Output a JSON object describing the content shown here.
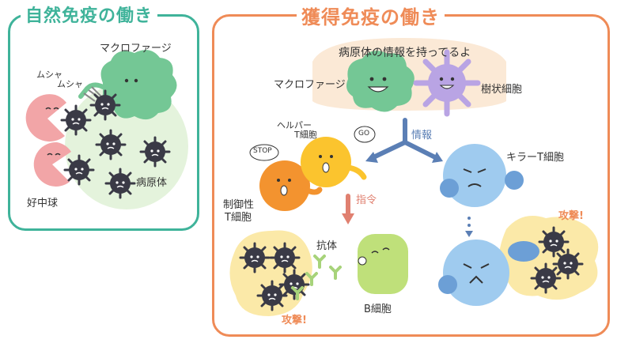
{
  "innate": {
    "title": "自然免疫の働き",
    "macrophage_label": "マクロファージ",
    "munch_1": "ムシャ",
    "munch_2": "ムシャ",
    "neutrophil_label": "好中球",
    "pathogen_label": "病原体"
  },
  "acquired": {
    "title": "獲得免疫の働き",
    "info_banner": "病原体の情報を持ってるよ",
    "macrophage_label": "マクロファージ",
    "dendritic_label": "樹状細胞",
    "info_label": "情報",
    "helper_label_1": "ヘルパー",
    "helper_label_2": "T細胞",
    "stop_bubble": "STOP",
    "go_bubble": "GO",
    "regulatory_label_1": "制御性",
    "regulatory_label_2": "T細胞",
    "command_label": "指令",
    "killer_label": "キラーT細胞",
    "attack_label": "攻撃!",
    "antibody_label": "抗体",
    "attack_label_2": "攻撃!",
    "bcell_label": "B細胞"
  },
  "colors": {
    "innate_frame": "#3fb39a",
    "acquired_frame": "#ef8b57",
    "macrophage": "#74c795",
    "neutrophil": "#f2a5a7",
    "pathogen": "#3a3a46",
    "dendritic": "#b9a4e4",
    "helper": "#fbc42e",
    "regulatory": "#f3932f",
    "killer": "#9fcbef",
    "bcell": "#bfe07a",
    "arrow_blue": "#5b7fb5",
    "arrow_red": "#e08070",
    "highlight": "#fbe9a8"
  }
}
